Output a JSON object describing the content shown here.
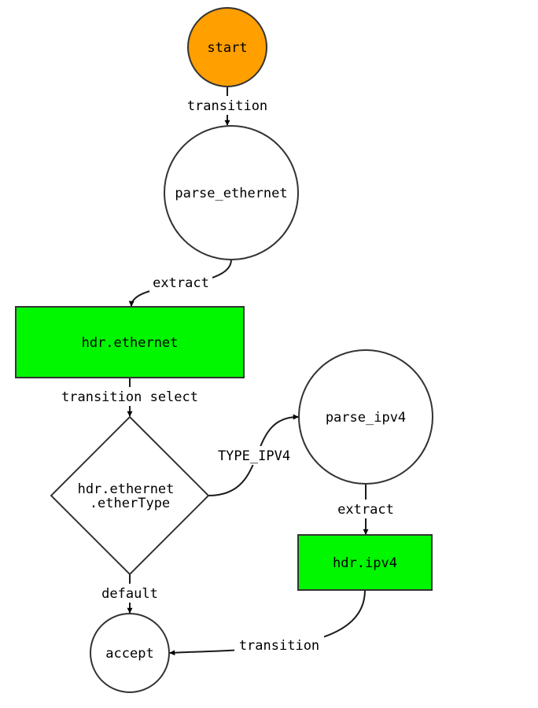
{
  "colors": {
    "start_fill": "#FF9F00",
    "state_fill": "#FFFFFF",
    "header_fill": "#00F700",
    "stroke": "#333333"
  },
  "nodes": {
    "start": {
      "label": "start",
      "shape": "circle"
    },
    "parse_ethernet": {
      "label": "parse_ethernet",
      "shape": "circle"
    },
    "hdr_ethernet": {
      "label": "hdr.ethernet",
      "shape": "rectangle"
    },
    "select": {
      "label_line1": "hdr.ethernet",
      "label_line2": ".etherType",
      "shape": "diamond"
    },
    "parse_ipv4": {
      "label": "parse_ipv4",
      "shape": "circle"
    },
    "hdr_ipv4": {
      "label": "hdr.ipv4",
      "shape": "rectangle"
    },
    "accept": {
      "label": "accept",
      "shape": "circle"
    }
  },
  "edges": {
    "start_to_parse_ethernet": {
      "label": "transition"
    },
    "parse_ethernet_to_hdr_ethernet": {
      "label": "extract"
    },
    "hdr_ethernet_to_select": {
      "label": "transition select"
    },
    "select_to_parse_ipv4": {
      "label": "TYPE_IPV4"
    },
    "select_to_accept": {
      "label": "default"
    },
    "parse_ipv4_to_hdr_ipv4": {
      "label": "extract"
    },
    "hdr_ipv4_to_accept": {
      "label": "transition"
    }
  }
}
